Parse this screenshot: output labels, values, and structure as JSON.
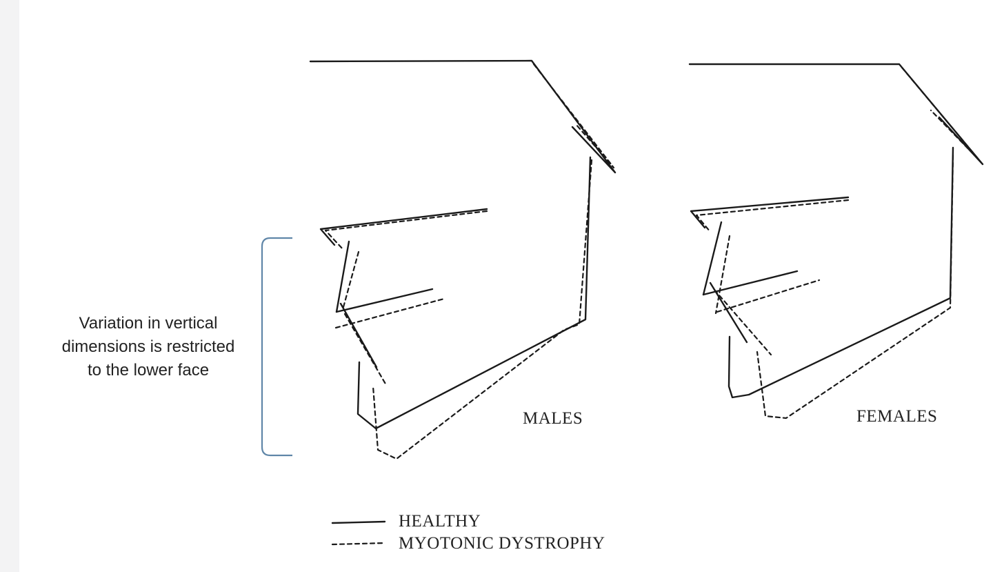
{
  "annotation": {
    "lines": [
      "Variation in vertical",
      "dimensions is restricted",
      "to the lower face"
    ]
  },
  "panels": {
    "males": {
      "label": "MALES"
    },
    "females": {
      "label": "FEMALES"
    }
  },
  "legend": {
    "healthy": "HEALTHY",
    "myotonic": "MYOTONIC DYSTROPHY"
  },
  "colors": {
    "line": "#1a1a1a",
    "bracket": "#5f86a8",
    "background": "#ffffff",
    "edge_strip": "#f3f3f4"
  }
}
